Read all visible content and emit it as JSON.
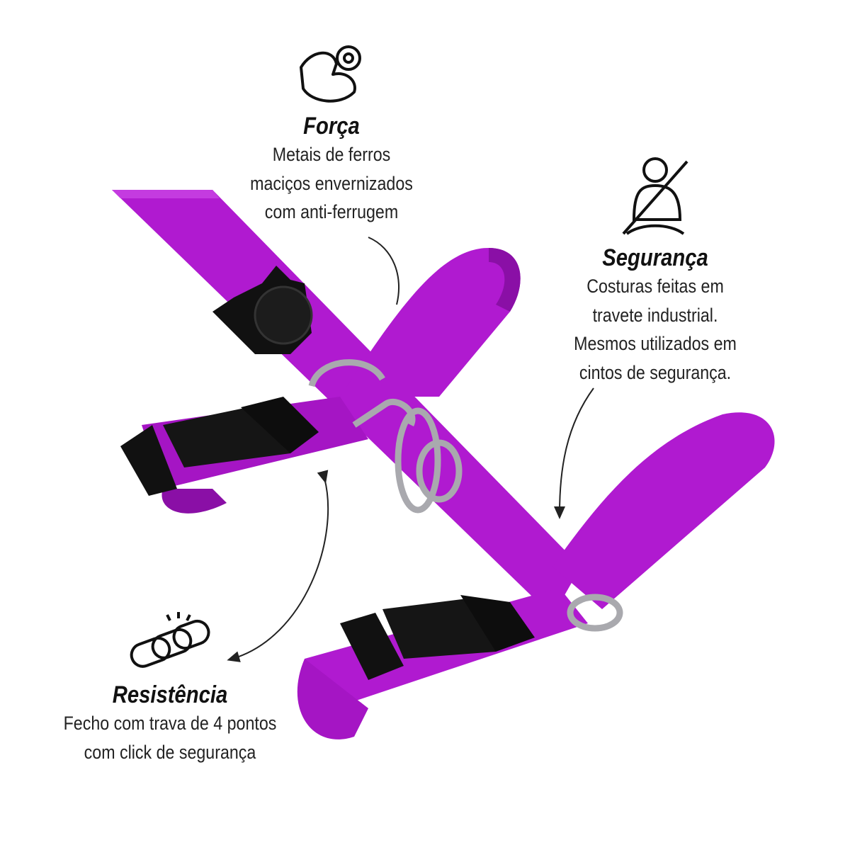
{
  "features": [
    {
      "icon": "flexed-arm-dumbbell-icon",
      "title": "Força",
      "lines": [
        "Metais de ferros",
        "maciços envernizados",
        "com anti-ferrugem"
      ]
    },
    {
      "icon": "seatbelt-icon",
      "title": "Segurança",
      "lines": [
        "Costuras feitas em",
        "travete industrial.",
        "Mesmos utilizados em",
        "cintos de segurança."
      ]
    },
    {
      "icon": "chain-link-icon",
      "title": "Resistência",
      "lines": [
        "Fecho com trava de 4 pontos",
        "com click de segurança"
      ]
    }
  ],
  "colors": {
    "strap": "#b01ad0",
    "strap_dark": "#8a0fa6",
    "hardware": "#111111",
    "metal": "#b8b8bc"
  }
}
